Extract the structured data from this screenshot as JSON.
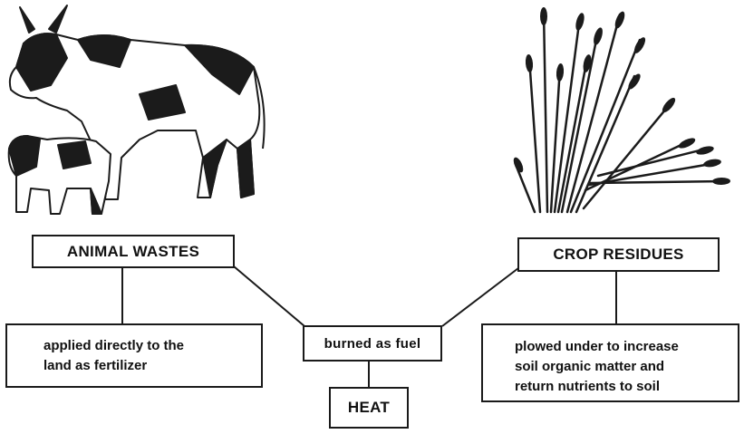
{
  "animal_wastes": {
    "label": "ANIMAL WASTES"
  },
  "crop_residues": {
    "label": "CROP RESIDUES"
  },
  "applied": {
    "lines": [
      "applied directly to the",
      "land as fertilizer"
    ]
  },
  "burned": {
    "label": "burned as fuel"
  },
  "plowed": {
    "lines": [
      "plowed under to increase",
      "soil organic matter and",
      "return nutrients to soil"
    ]
  },
  "heat": {
    "label": "HEAT"
  },
  "illustrations": {
    "left": "cattle-illustration",
    "right": "crop-residue-illustration"
  }
}
